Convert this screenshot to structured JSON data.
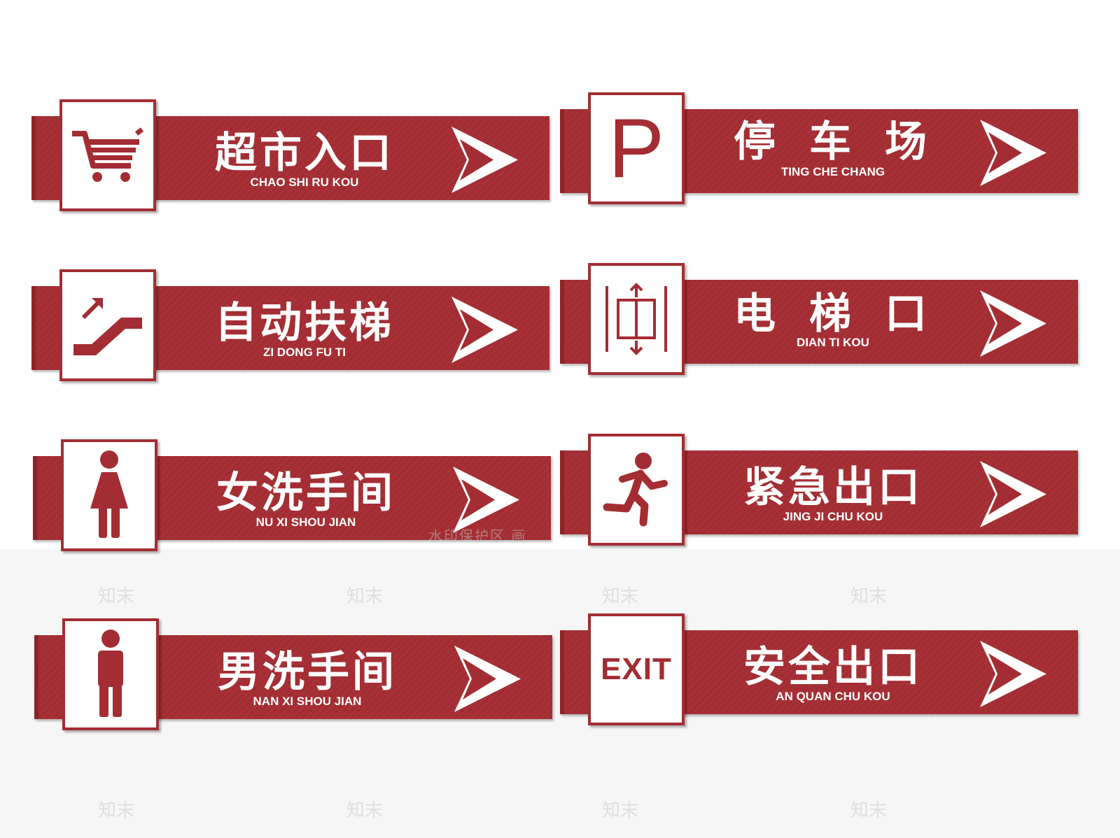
{
  "signs": [
    {
      "title": "超市入口",
      "pinyin": "CHAO SHI RU KOU",
      "icon": "shopping-cart-icon"
    },
    {
      "title": "停车场",
      "pinyin": "TING CHE CHANG",
      "icon": "parking-icon",
      "icon_text": "P"
    },
    {
      "title": "自动扶梯",
      "pinyin": "ZI DONG FU TI",
      "icon": "escalator-icon"
    },
    {
      "title": "电梯口",
      "pinyin": "DIAN TI KOU",
      "icon": "elevator-icon"
    },
    {
      "title": "女洗手间",
      "pinyin": "NU XI SHOU JIAN",
      "icon": "female-icon"
    },
    {
      "title": "紧急出口",
      "pinyin": "JING JI CHU KOU",
      "icon": "running-person-icon"
    },
    {
      "title": "男洗手间",
      "pinyin": "NAN XI SHOU JIAN",
      "icon": "male-icon"
    },
    {
      "title": "安全出口",
      "pinyin": "AN QUAN CHU KOU",
      "icon": "exit-icon",
      "icon_text": "EXIT"
    }
  ],
  "watermark": {
    "line": "水印保护区   画",
    "brand": "知末"
  },
  "colors": {
    "sign_red": "#a32d32",
    "text_white": "#ffffff"
  }
}
